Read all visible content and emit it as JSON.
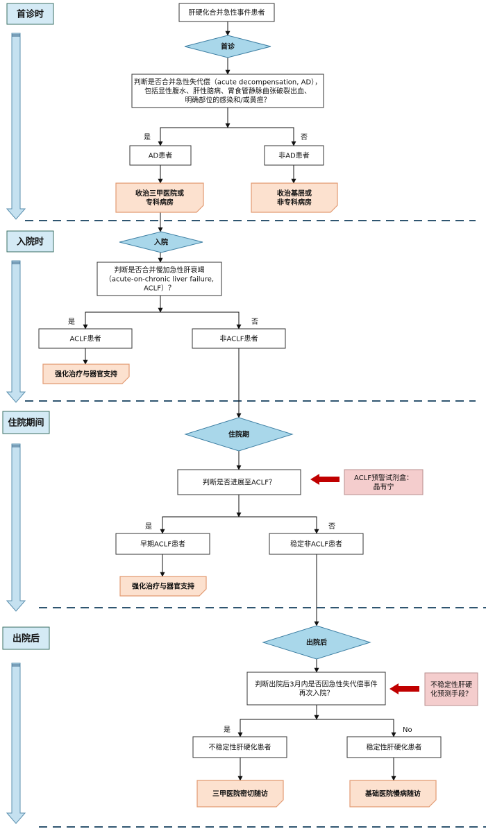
{
  "phases": [
    {
      "id": "p1",
      "label": "首诊时"
    },
    {
      "id": "p2",
      "label": "入院时"
    },
    {
      "id": "p3",
      "label": "住院期间"
    },
    {
      "id": "p4",
      "label": "出院后"
    }
  ],
  "nodes": {
    "start": [
      "肝硬化合并急性事件患者"
    ],
    "d1": [
      "首诊"
    ],
    "q1": [
      "判断是否合并急性失代偿（acute decompensation, AD），",
      "包括显性腹水、肝性脑病、胃食管静脉曲张破裂出血、",
      "明确部位的感染和/或黄疸？"
    ],
    "ad": [
      "AD患者"
    ],
    "nonad": [
      "非AD患者"
    ],
    "out1": [
      "收治三甲医院或",
      "专科病房"
    ],
    "out2": [
      "收治基层或",
      "非专科病房"
    ],
    "d2": [
      "入院"
    ],
    "q2": [
      "判断是否合并慢加急性肝衰竭",
      "（acute-on-chronic liver failure,",
      "ACLF）？"
    ],
    "aclf": [
      "ACLF患者"
    ],
    "nonaclf": [
      "非ACLF患者"
    ],
    "out3": [
      "强化治疗与器官支持"
    ],
    "d3": [
      "住院期"
    ],
    "q3": [
      "判断是否进展至ACLF？"
    ],
    "side1": [
      "ACLF预警试剂盒：",
      "晶有宁"
    ],
    "early": [
      "早期ACLF患者"
    ],
    "stable": [
      "稳定非ACLF患者"
    ],
    "out4": [
      "强化治疗与器官支持"
    ],
    "d4": [
      "出院后"
    ],
    "q4": [
      "判断出院后3月内是否因急性失代偿事件",
      "再次入院？"
    ],
    "side2": [
      "不稳定性肝硬",
      "化预测手段？"
    ],
    "unstable": [
      "不稳定性肝硬化患者"
    ],
    "stablecirr": [
      "稳定性肝硬化患者"
    ],
    "out5": [
      "三甲医院密切随访"
    ],
    "out6": [
      "基础医院慢病随访"
    ]
  },
  "branch_labels": {
    "b1_yes": "是",
    "b1_no": "否",
    "b2_yes": "是",
    "b2_no": "否",
    "b3_yes": "是",
    "b3_no": "否",
    "b4_yes": "是",
    "b4_no": "No"
  },
  "colors": {
    "phase_fill": "#d4eaf5",
    "phase_stroke": "#3a6f63",
    "arrow_fill": "#c5e1f0",
    "arrow_stroke": "#5a8fae",
    "diamond_fill": "#a9d7ea",
    "diamond_stroke": "#3e7fa3",
    "outcome_fill": "#fce1cf",
    "outcome_stroke": "#e29a72",
    "side_fill": "#f4cdcd",
    "side_stroke": "#b88f8f",
    "red_arrow": "#c00000",
    "divider": "#2f5570"
  }
}
